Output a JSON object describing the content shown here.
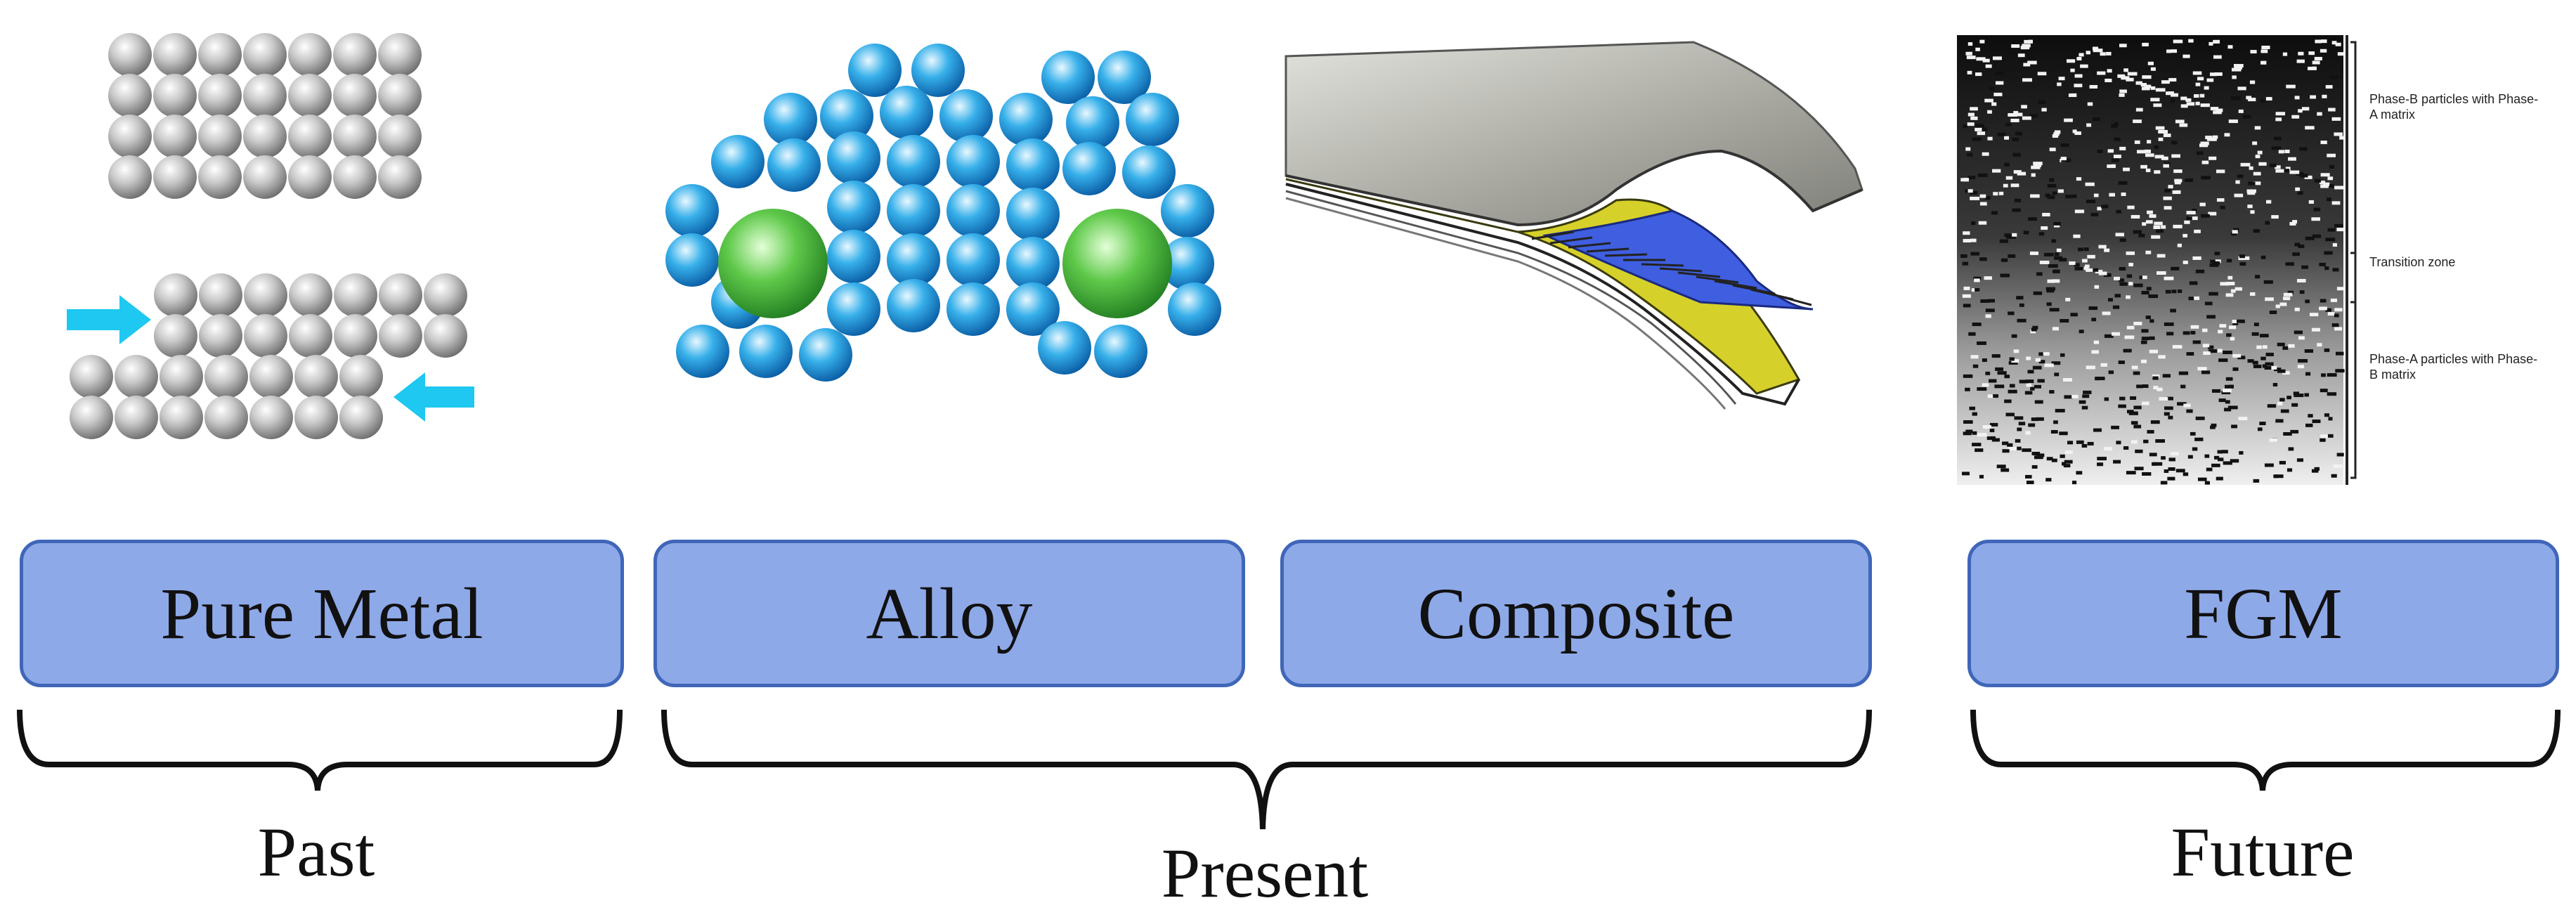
{
  "colors": {
    "box_fill": "#8ea9e8",
    "box_border": "#3f66b8",
    "metal_atom": "#c8c8c8",
    "alloy_atom_blue": "#2fa6e0",
    "alloy_atom_green": "#5cc646",
    "slip_arrow": "#1ec8f0",
    "composite_blue": "#3f5fe0",
    "composite_yellow": "#d6d02a",
    "composite_gray": "#a9a9a1"
  },
  "stages": [
    {
      "label": "Pure Metal"
    },
    {
      "label": "Alloy"
    },
    {
      "label": "Composite"
    },
    {
      "label": "FGM"
    }
  ],
  "eras": [
    {
      "label": "Past"
    },
    {
      "label": "Present"
    },
    {
      "label": "Future"
    }
  ],
  "fgm_annotations": [
    {
      "text": "Phase-B particles with Phase-A matrix"
    },
    {
      "text": "Transition zone"
    },
    {
      "text": "Phase-A particles with Phase-B matrix"
    }
  ]
}
